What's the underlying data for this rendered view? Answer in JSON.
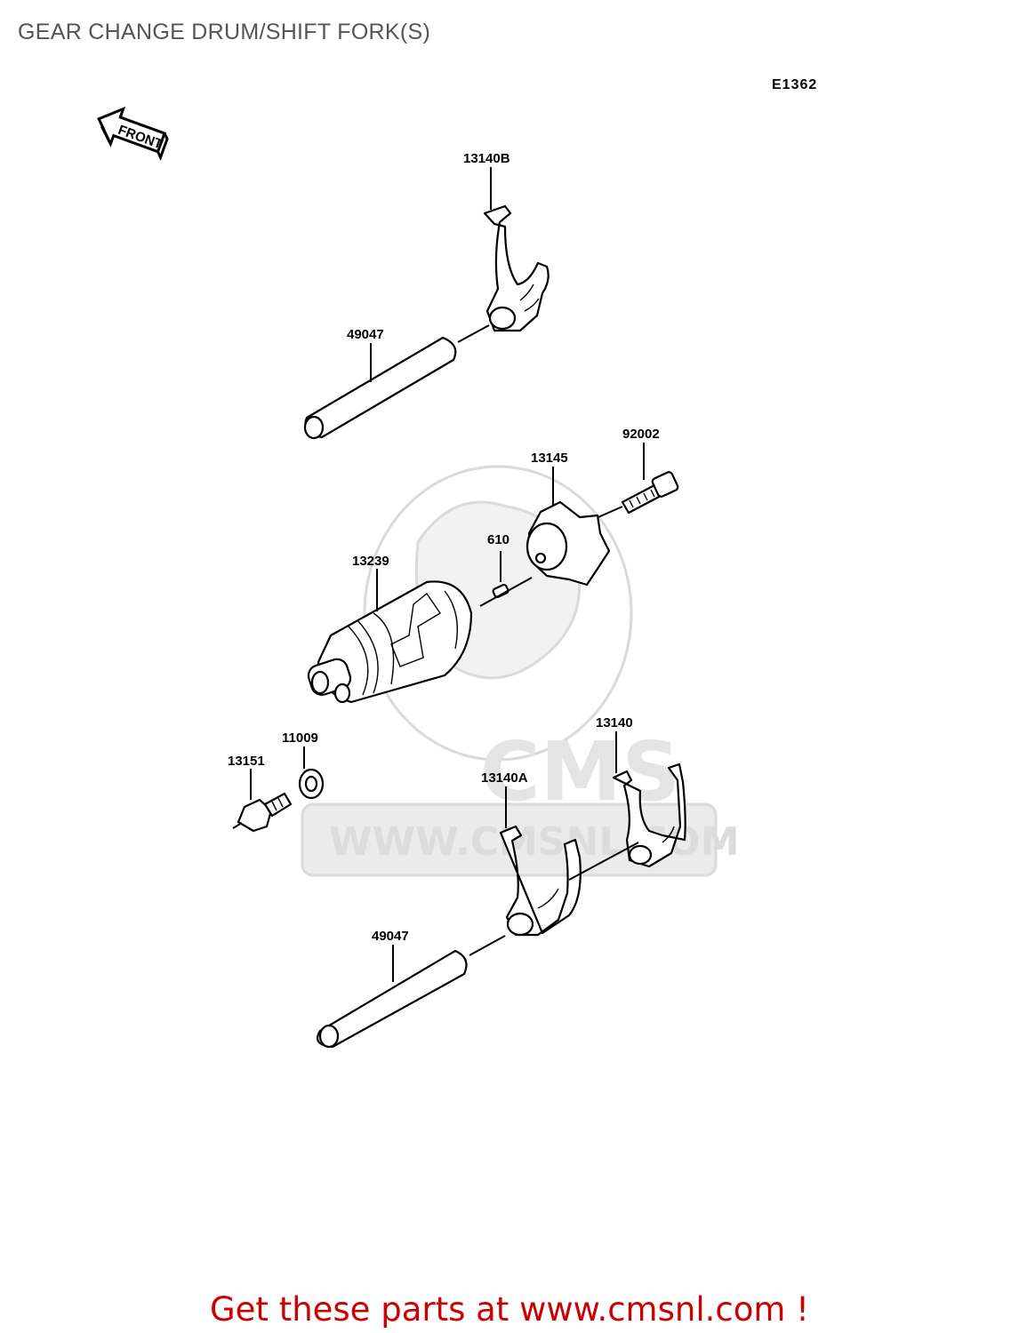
{
  "title": "GEAR CHANGE DRUM/SHIFT FORK(S)",
  "diagram_code": "E1362",
  "front_label": "FRONT",
  "watermark": {
    "logo_text": "CMS",
    "url_text": "WWW.CMSNL.COM"
  },
  "parts": [
    {
      "number": "13140B"
    },
    {
      "number": "49047"
    },
    {
      "number": "92002"
    },
    {
      "number": "13145"
    },
    {
      "number": "610"
    },
    {
      "number": "13239"
    },
    {
      "number": "13140"
    },
    {
      "number": "11009"
    },
    {
      "number": "13151"
    },
    {
      "number": "13140A"
    },
    {
      "number": "49047"
    }
  ],
  "footer": {
    "text": "Get these parts at www.cmsnl.com !",
    "color": "#cc0000"
  }
}
